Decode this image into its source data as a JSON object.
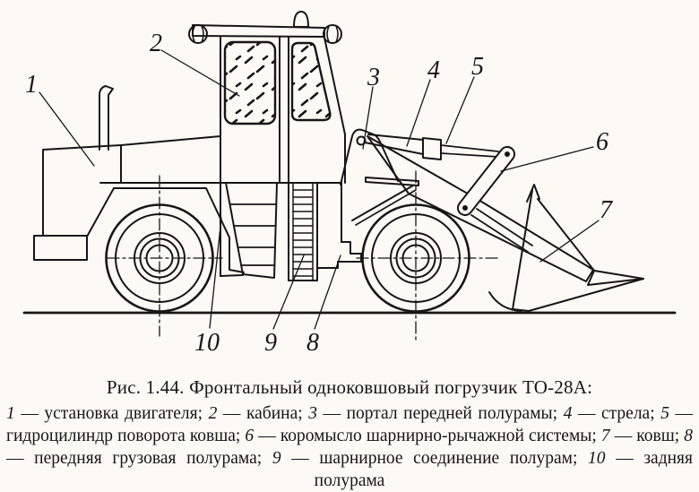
{
  "figure": {
    "caption_title": "Рис. 1.44. Фронтальный одноковшовый погрузчик ТО-28А:",
    "legend": [
      {
        "num": "1",
        "label": "установка двигателя"
      },
      {
        "num": "2",
        "label": "кабина"
      },
      {
        "num": "3",
        "label": "портал передней полурамы"
      },
      {
        "num": "4",
        "label": "стрела"
      },
      {
        "num": "5",
        "label": "гидроцилиндр поворота ковша"
      },
      {
        "num": "6",
        "label": "коромысло шарнирно-рычажной системы"
      },
      {
        "num": "7",
        "label": "ковш"
      },
      {
        "num": "8",
        "label": "передняя грузовая полурама"
      },
      {
        "num": "9",
        "label": "шарнирное соединение полурам"
      },
      {
        "num": "10",
        "label": "задняя полурама"
      }
    ],
    "callouts": [
      "1",
      "2",
      "3",
      "4",
      "5",
      "6",
      "7",
      "8",
      "9",
      "10"
    ],
    "machine_model": "ТО-28А",
    "colors": {
      "ink": "#161616",
      "paper": "#fbfaf5"
    }
  }
}
